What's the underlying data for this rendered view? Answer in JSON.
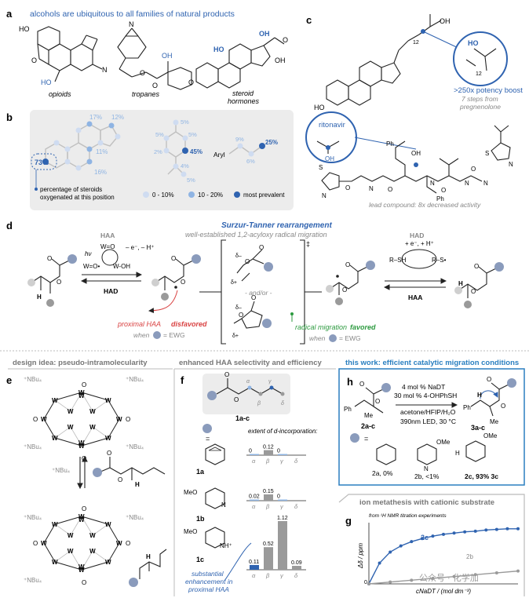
{
  "colors": {
    "blue": "#2f63b0",
    "lightblue": "#8fb4e3",
    "paleblue": "#cfdcf1",
    "grey": "#9a9a9a",
    "red": "#d94343",
    "green": "#2c9a3f",
    "teal": "#2a7fc0",
    "panel_grey": "#ececec"
  },
  "panel_a": {
    "letter": "a",
    "caption": "alcohols are ubiquitous to all families of natural products",
    "labels": [
      "opioids",
      "tropanes",
      "steroid",
      "hormones"
    ],
    "atoms": [
      "HO",
      "O",
      "N",
      "HO",
      "OH",
      "O",
      "O",
      "N",
      "HO",
      "OH",
      "O",
      "OH",
      "O",
      "H",
      "H",
      "H"
    ]
  },
  "panel_b": {
    "letter": "b",
    "pct_main": [
      "17%",
      "12%",
      "11%",
      "16%",
      "73%"
    ],
    "pct_mid": [
      "5%",
      "5%",
      "5%",
      "45%",
      "2%",
      "4%",
      "5%"
    ],
    "pct_right": [
      "9%",
      "25%",
      "6%"
    ],
    "aryl": "Aryl",
    "note1": "percentage of steroids",
    "note2": "oxygenated at this position",
    "legend": [
      "0 - 10%",
      "10 - 20%",
      "most prevalent"
    ]
  },
  "panel_c": {
    "letter": "c",
    "boost": ">250x potency boost",
    "steps1": "7 steps from",
    "steps2": "pregnenolone",
    "ritonavir": "ritonavir",
    "lead": "lead compound: 8x decreased activity",
    "atoms": [
      "OH",
      "HO",
      "12",
      "HO",
      "H",
      "H",
      "H",
      "HO",
      "12",
      "OH",
      "OH",
      "O",
      "N",
      "S",
      "N",
      "O",
      "N",
      "O",
      "N",
      "O",
      "N",
      "S",
      "N",
      "Ph",
      "Ph",
      "H",
      "H",
      "H"
    ]
  },
  "panel_d": {
    "letter": "d",
    "title": "Surzur-Tanner rearrangement",
    "subtitle": "well-established 1,2-acyloxy radical migration",
    "haa": "HAA",
    "had": "HAD",
    "hv": "hν",
    "wo": "W=O",
    "wo_rad": "W=O•",
    "woh": "W-OH",
    "loss": "– e⁻, – H⁺",
    "gain": "+ e⁻, + H⁺",
    "dminus": "δ–",
    "dplus": "δ+",
    "andor": "- and/or -",
    "ddagger": "‡",
    "rsh": "R–SH",
    "rs": "R–S•",
    "h": "H",
    "disfavored_pre": "proximal HAA ",
    "disfavored_post": "disfavored",
    "favored_pre": "radical migration ",
    "favored_post": "favored",
    "when1": "when",
    "ewg1": "= EWG",
    "when2": "when",
    "ewg2": "= EWG",
    "atoms": [
      "O",
      "O",
      "O",
      "O",
      "O",
      "O",
      "O",
      "O",
      "O",
      "O",
      "O",
      "O"
    ]
  },
  "panel_e": {
    "letter": "e",
    "header": "design idea: pseudo-intramolecularity",
    "nbu4": "⁺NBu₄",
    "w": "W",
    "o": "O",
    "h": "H",
    "atoms": [
      "O",
      "O"
    ]
  },
  "panel_f": {
    "letter": "f",
    "header": "enhanced HAA selectivity and efficiency",
    "compound": "1a-c",
    "alpha": "α",
    "beta": "β",
    "gamma": "γ",
    "delta": "δ",
    "equals": "=",
    "extent": "extent of d-incorporation:",
    "meo1": "MeO",
    "meo2": "MeO",
    "n1": "N",
    "nh": "NH⁺",
    "labels": [
      "1a",
      "1b",
      "1c"
    ],
    "note1": "substantial",
    "note2": "enhancement in",
    "note3": "proximal HAA",
    "atoms": [
      "O",
      "O"
    ]
  },
  "bars_1a": [
    0,
    0.12,
    0
  ],
  "bars_1b": [
    0.02,
    0.15,
    0
  ],
  "bars_1c": [
    0.11,
    0.52,
    1.12,
    0.09
  ],
  "bar_labels_1a": [
    "0",
    "0.12",
    "0"
  ],
  "bar_labels_1b": [
    "0.02",
    "0.15",
    "0"
  ],
  "bar_labels_1c": [
    "0.11",
    "0.52",
    "1.12",
    "0.09"
  ],
  "axis_greek": [
    "α",
    "β",
    "γ",
    "δ"
  ],
  "panel_h": {
    "letter": "h",
    "header": "this work: efficient catalytic migration conditions",
    "cond1": "4 mol % NaDT",
    "cond2": "30 mol % 4-OHPhSH",
    "cond3": "acetone/HFIP/H₂O",
    "cond4": "390nm LED, 30 °C",
    "sm": "2a-c",
    "pdt": "3a-c",
    "ph": "Ph",
    "me": "Me",
    "me2": "Me",
    "h": "H",
    "equals": "=",
    "ome1": "OMe",
    "ome2": "OMe",
    "n1": "N",
    "nh": "H",
    "r2a": "2a, 0%",
    "r2b": "2b, <1%",
    "r2c": "2c, 93% 3c",
    "atoms": [
      "O",
      "O",
      "O",
      "O"
    ]
  },
  "panel_g": {
    "letter": "g",
    "header": "ion metathesis with cationic substrate",
    "note": "from ¹H NMR titration experiments",
    "ylabel": "Δδ / ppm",
    "xlabel": "cNaDT / (mol dm⁻³)",
    "origin": "0",
    "series_2c": "2c",
    "series_2b": "2b",
    "watermark": "公众号 · 化学加"
  },
  "chart_data": {
    "type": "scatter",
    "title": "ion metathesis with cationic substrate",
    "xlabel": "cNaDT / (mol dm⁻³)",
    "ylabel": "Δδ / ppm",
    "series": [
      {
        "name": "2c",
        "x": [
          0,
          0.5,
          1,
          1.5,
          2,
          2.5,
          3,
          3.5,
          4,
          4.5,
          5,
          5.5,
          6,
          6.5,
          7
        ],
        "y": [
          0,
          0.34,
          0.52,
          0.62,
          0.69,
          0.74,
          0.78,
          0.81,
          0.83,
          0.85,
          0.86,
          0.88,
          0.89,
          0.9,
          0.9
        ]
      },
      {
        "name": "2b",
        "x": [
          0,
          1,
          2,
          3,
          4,
          5,
          6,
          7
        ],
        "y": [
          0,
          0.03,
          0.06,
          0.09,
          0.12,
          0.15,
          0.18,
          0.21
        ]
      }
    ],
    "xlim": [
      0,
      7
    ],
    "ylim": [
      0,
      1
    ],
    "grid": false
  }
}
